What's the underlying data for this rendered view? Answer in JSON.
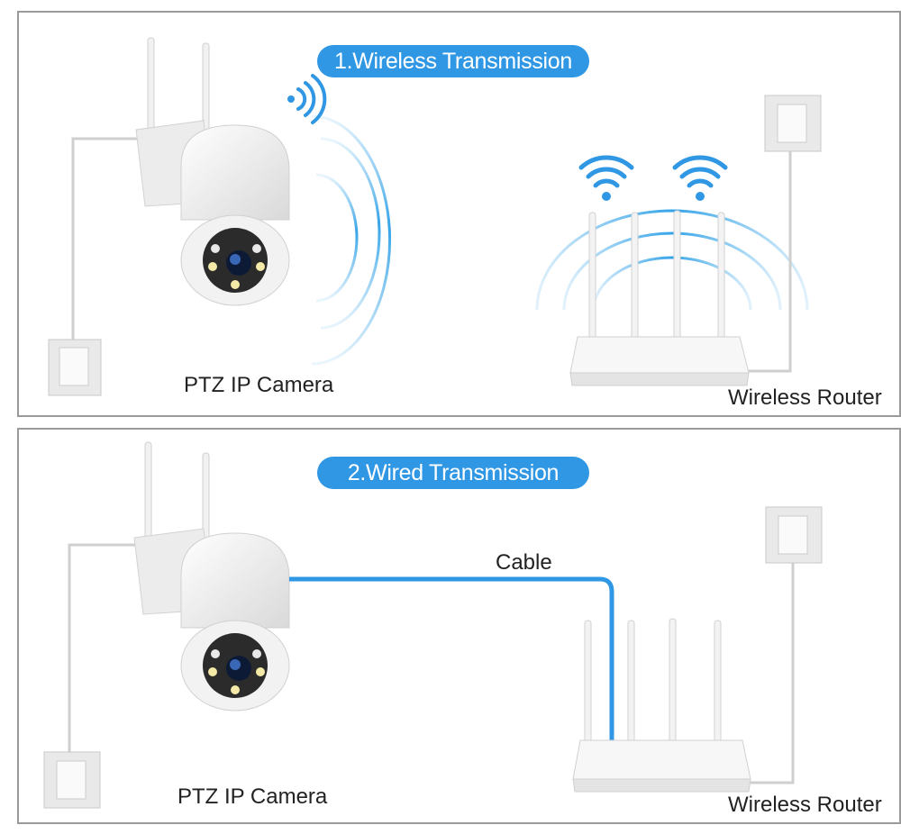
{
  "panels": [
    {
      "title": "1.Wireless Transmission",
      "camera_label": "PTZ IP Camera",
      "router_label": "Wireless Router"
    },
    {
      "title": "2.Wired Transmission",
      "cable_label": "Cable",
      "camera_label": "PTZ IP Camera",
      "router_label": "Wireless Router"
    }
  ],
  "colors": {
    "accent": "#2f97e4",
    "signal": "#36a4e8",
    "frame": "#9a9a9a"
  },
  "icons": [
    "wifi-signal-icon",
    "camera-signal-icon"
  ]
}
